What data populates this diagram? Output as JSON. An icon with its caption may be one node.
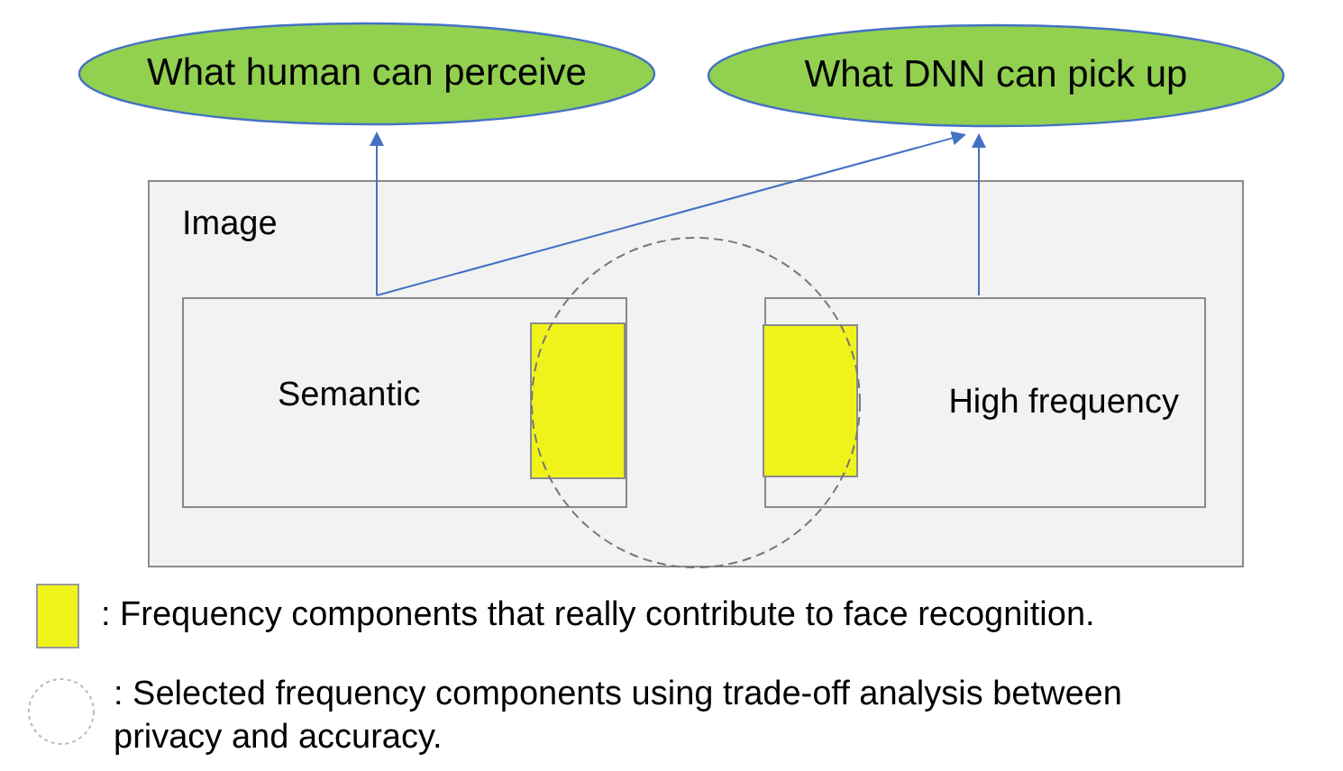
{
  "diagram": {
    "nodes": [
      {
        "text": [
          "What human can perceive"
        ]
      },
      {
        "text": [
          "What DNN can pick up"
        ]
      },
      {
        "text": [
          "Image"
        ]
      },
      {
        "text": [
          "Semantic"
        ],
        "in": 2
      },
      {
        "text": [],
        "shape": "box"
      },
      {
        "text": [
          "High frequency"
        ],
        "in": 2
      },
      {
        "text": [],
        "shape": "box"
      },
      {
        "text": [],
        "shape": "circle",
        "in": 2
      }
    ],
    "edges": [
      {
        "from": 3,
        "to": 0,
        "arrow": "to"
      },
      {
        "from": 3,
        "to": 1,
        "arrow": "to"
      },
      {
        "from": 5,
        "to": 1,
        "arrow": "to"
      }
    ],
    "legend": [
      {
        "text": ":  Frequency components that really contribute to face recognition.",
        "color": "#f0f31a"
      },
      {
        "text": ": Selected frequency components using trade-off analysis between privacy and accuracy."
      }
    ]
  }
}
